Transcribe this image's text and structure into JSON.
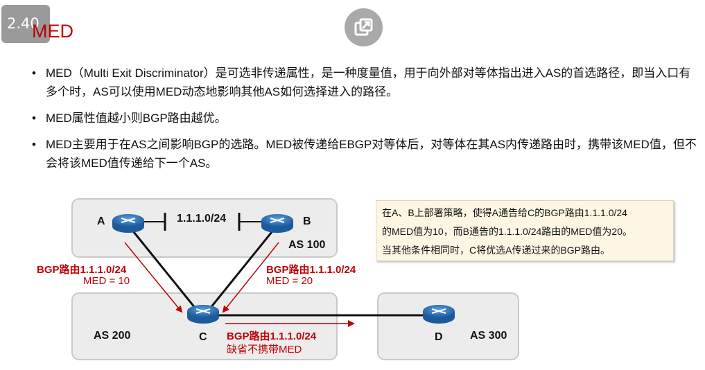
{
  "slide": {
    "badge": "2.40",
    "title": "MED"
  },
  "bullets": [
    "MED（Multi Exit Discriminator）是可选非传递属性，是一种度量值，用于向外部对等体指出进入AS的首选路径，即当入口有多个时，AS可以使用MED动态地影响其他AS如何选择进入的路径。",
    "MED属性值越小则BGP路由越优。",
    "MED主要用于在AS之间影响BGP的选路。MED被传递给EBGP对等体后，对等体在其AS内传递路由时，携带该MED值，但不会将该MED值传递给下一个AS。"
  ],
  "diagram": {
    "router_a": "A",
    "router_b": "B",
    "router_c": "C",
    "router_d": "D",
    "network": "1.1.1.0/24",
    "as100": "AS 100",
    "as200": "AS 200",
    "as300": "AS 300",
    "left_route": "BGP路由1.1.1.0/24",
    "left_med": "MED = 10",
    "right_route": "BGP路由1.1.1.0/24",
    "right_med": "MED = 20",
    "bottom_route": "BGP路由1.1.1.0/24",
    "bottom_note": "缺省不携带MED"
  },
  "note": {
    "line1": "在A、B上部署策略，使得A通告给C的BGP路由1.1.1.0/24",
    "line2": "的MED值为10，而B通告的1.1.1.0/24路由的MED值为20。",
    "line3": "当其他条件相同时，C将优选A传递过来的BGP路由。"
  },
  "colors": {
    "accent_red": "#c00000",
    "router_blue": "#2e6fb2",
    "box_fill": "#ececec"
  }
}
